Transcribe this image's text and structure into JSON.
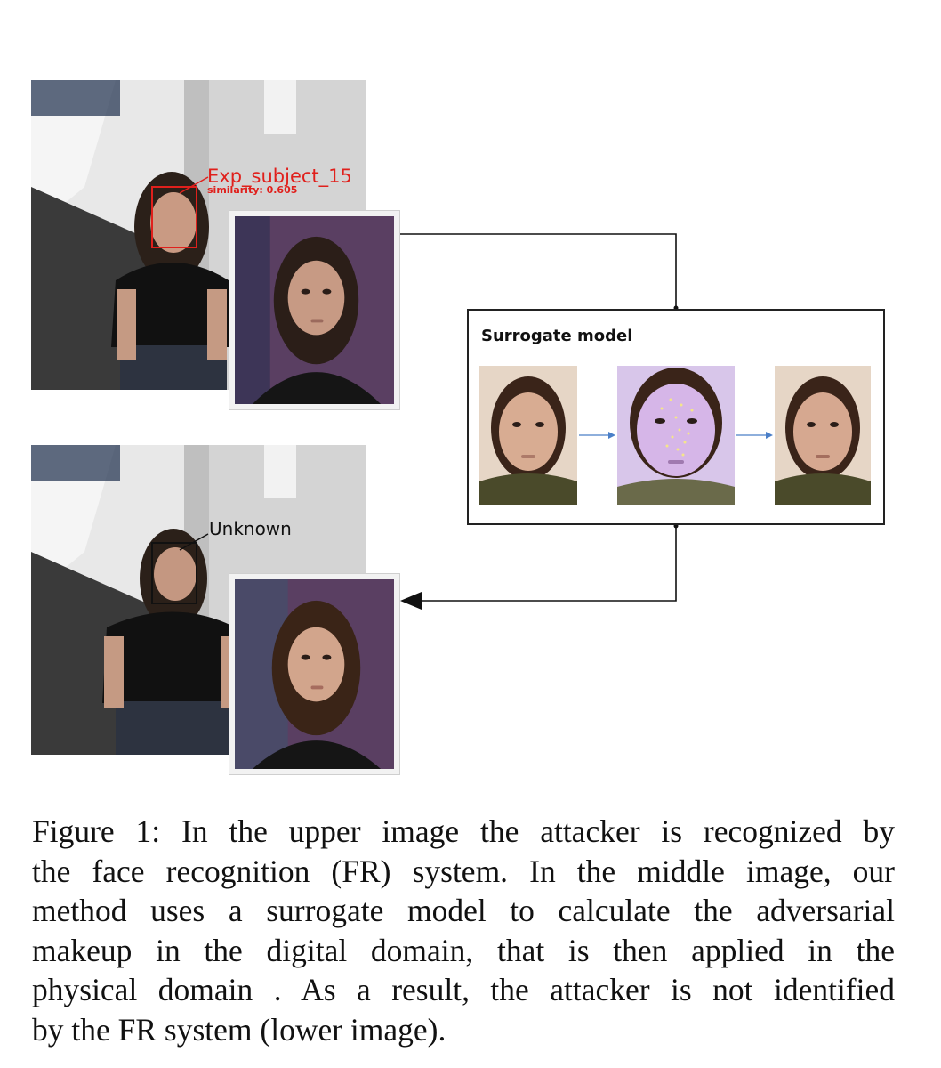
{
  "figure": {
    "top_detection": {
      "label": "Exp_subject_15",
      "similarity": "similarity: 0.605",
      "color": "#e0201c"
    },
    "bottom_detection": {
      "label": "Unknown",
      "color": "#111111"
    },
    "surrogate_model": {
      "title": "Surrogate model"
    },
    "colors": {
      "arrow": "#111111",
      "inner_arrow": "#4a7fc8",
      "portrait_bg": "#5a3f62"
    }
  },
  "caption": {
    "lines": [
      "Figure 1: In the upper image the attacker is recognized by",
      "the face recognition (FR) system. In the middle image, our",
      "method uses a surrogate model to calculate the adversarial",
      "makeup in the digital domain, that is then applied in the",
      "physical domain . As a result, the attacker is not identified",
      "by the FR system (lower image)."
    ]
  }
}
